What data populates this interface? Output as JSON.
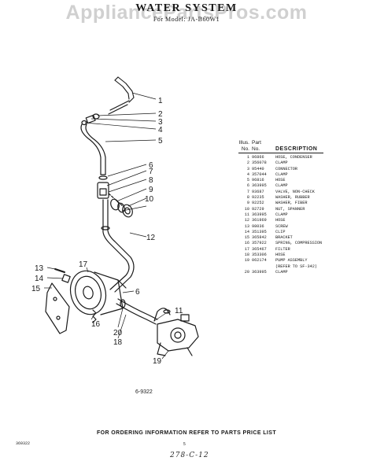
{
  "watermark": "AppliancePartsPros.com",
  "title": "WATER SYSTEM",
  "subtitle": "For Model: JA-B60W1",
  "callouts": [
    "1",
    "2",
    "3",
    "4",
    "5",
    "6",
    "7",
    "8",
    "9",
    "10",
    "11",
    "12",
    "13",
    "14",
    "15",
    "16",
    "17",
    "18",
    "19",
    "20"
  ],
  "parts_table": {
    "header_illus": "Illus.",
    "header_part": "Part",
    "header_no": "No.",
    "header_no2": "No.",
    "header_description": "DESCRIPTION",
    "rows": [
      {
        "illus": "1",
        "part": "96866",
        "desc": "HOSE, CONDENSER"
      },
      {
        "illus": "2",
        "part": "356078",
        "desc": "CLAMP"
      },
      {
        "illus": "3",
        "part": "95440",
        "desc": "CONNECTOR"
      },
      {
        "illus": "4",
        "part": "357044",
        "desc": "CLAMP"
      },
      {
        "illus": "5",
        "part": "96816",
        "desc": "HOSE"
      },
      {
        "illus": "6",
        "part": "363995",
        "desc": "CLAMP"
      },
      {
        "illus": "7",
        "part": "93687",
        "desc": "VALVE, NON-CHECK"
      },
      {
        "illus": "8",
        "part": "92235",
        "desc": "WASHER, RUBBER"
      },
      {
        "illus": "9",
        "part": "92252",
        "desc": "WASHER, FIBER"
      },
      {
        "illus": "10",
        "part": "92729",
        "desc": "NUT, SPANNER"
      },
      {
        "illus": "11",
        "part": "363995",
        "desc": "CLAMP"
      },
      {
        "illus": "12",
        "part": "361969",
        "desc": "HOSE"
      },
      {
        "illus": "13",
        "part": "98036",
        "desc": "SCREW"
      },
      {
        "illus": "14",
        "part": "351395",
        "desc": "CLIP"
      },
      {
        "illus": "15",
        "part": "365842",
        "desc": "BRACKET"
      },
      {
        "illus": "16",
        "part": "357922",
        "desc": "SPRING, COMPRESSION"
      },
      {
        "illus": "17",
        "part": "365467",
        "desc": "FILTER"
      },
      {
        "illus": "18",
        "part": "353306",
        "desc": "HOSE"
      },
      {
        "illus": "19",
        "part": "062174",
        "desc": "PUMP ASSEMBLY"
      },
      {
        "illus": "",
        "part": "",
        "desc": "(REFER TO SF-342)"
      },
      {
        "illus": "20",
        "part": "363995",
        "desc": "CLAMP"
      }
    ]
  },
  "figure_number": "6-9322",
  "ordering_note": "FOR ORDERING INFORMATION REFER TO PARTS PRICE LIST",
  "left_code": "369322",
  "page_number": "5",
  "handwritten_note": "278-C-12"
}
